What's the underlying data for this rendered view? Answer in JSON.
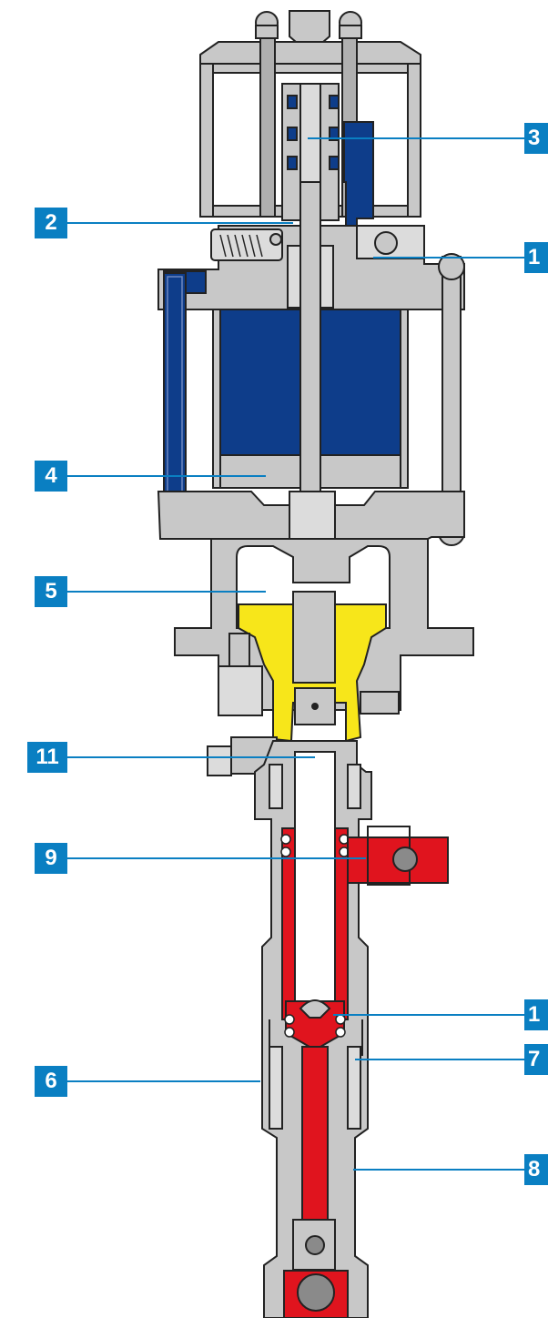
{
  "colors": {
    "steel": "#c8c8c8",
    "steel_dark": "#9a9a9a",
    "outline": "#222222",
    "air_blue": "#0e3d8a",
    "fluid_red": "#e0141e",
    "fluid_yellow": "#f7e61a",
    "callout_blue": "#0a7fc2",
    "ball_gray": "#8a8a8a"
  },
  "callouts": {
    "left": [
      {
        "id": "2",
        "text": "2"
      },
      {
        "id": "4",
        "text": "4"
      },
      {
        "id": "5",
        "text": "5"
      },
      {
        "id": "11",
        "text": "11"
      },
      {
        "id": "9",
        "text": "9"
      },
      {
        "id": "6",
        "text": "6"
      }
    ],
    "right": [
      {
        "id": "3",
        "text": "3"
      },
      {
        "id": "1",
        "text": "1"
      },
      {
        "id": "10",
        "text": "1"
      },
      {
        "id": "7",
        "text": "7"
      },
      {
        "id": "8",
        "text": "8"
      }
    ]
  }
}
